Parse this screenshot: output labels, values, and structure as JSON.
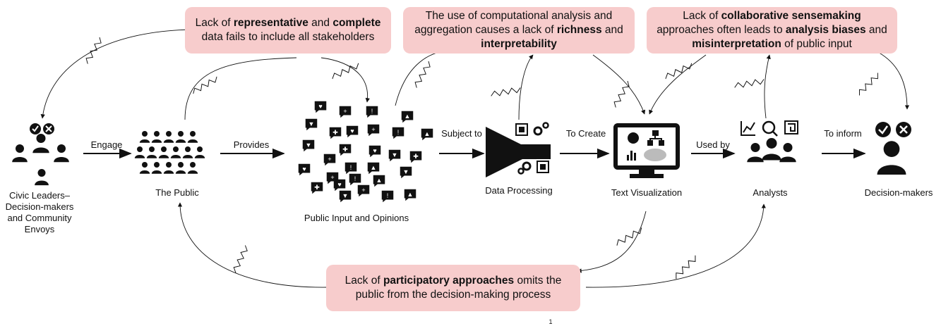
{
  "problems": {
    "representative": {
      "p1": "Lack of ",
      "b1": "representative",
      "p2": " and ",
      "b2": "complete",
      "p3": " data fails to include all stakeholders"
    },
    "computational": {
      "p1": "The use of computational analysis and aggregation causes a lack of ",
      "b1": "richness",
      "p2": " and ",
      "b2": "interpretability"
    },
    "collaborative": {
      "p1": "Lack of ",
      "b1": "collaborative sensemaking",
      "p2": " approaches often leads to ",
      "b2": "analysis biases",
      "p3": " and ",
      "b3": "misinterpretation",
      "p4": " of public input"
    },
    "participatory": {
      "p1": "Lack of ",
      "b1": "participatory approaches",
      "p2": " omits the public from the decision-making process"
    }
  },
  "nodes": {
    "civic": "Civic Leaders–Decision-makers and Community Envoys",
    "public": "The Public",
    "input": "Public Input and Opinions",
    "processing": "Data Processing",
    "visualization": "Text Visualization",
    "analysts": "Analysts",
    "decision": "Decision-makers"
  },
  "edges": {
    "engage": "Engage",
    "provides": "Provides",
    "subject_to": "Subject to",
    "to_create": "To Create",
    "used_by": "Used by",
    "to_inform": "To inform"
  },
  "page_number": "1",
  "colors": {
    "box": "#f7cccc",
    "ink": "#111111"
  },
  "icons": [
    "person-icon",
    "crowd-icon",
    "speech-bubble-icon",
    "heart-icon",
    "thumbs-up-icon",
    "thumbs-down-icon",
    "plus-icon",
    "exclamation-icon",
    "fire-icon",
    "funnel-icon",
    "chip-icon",
    "gear-icon",
    "monitor-icon",
    "pie-chart-icon",
    "hierarchy-icon",
    "bar-chart-icon",
    "word-cloud-icon",
    "line-chart-icon",
    "magnifier-icon",
    "maze-icon",
    "check-icon",
    "cross-icon"
  ]
}
